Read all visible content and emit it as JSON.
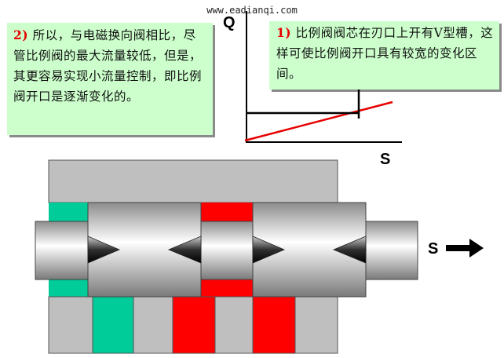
{
  "watermark": "www.eadianqi.com",
  "note_left": {
    "number": "2)",
    "text": "所以，与电磁换向阀相比，尽管比例阀的最大流量较低，但是，其更容易实现小流量控制，即比例阀开口是逐渐变化的。"
  },
  "note_right": {
    "number": "1)",
    "text": "比例阀阀芯在刃口上开有V型槽，这样可使比例阀开口具有较宽的变化区间。"
  },
  "graph": {
    "y_label": "Q",
    "x_label": "S"
  },
  "spool": {
    "motion_label": "S"
  },
  "colors": {
    "note_bg": "#ccffcc",
    "green": "#00cc99",
    "red": "#ff0000",
    "body_gray": "#bfbfbf",
    "line_red": "#e60000"
  }
}
